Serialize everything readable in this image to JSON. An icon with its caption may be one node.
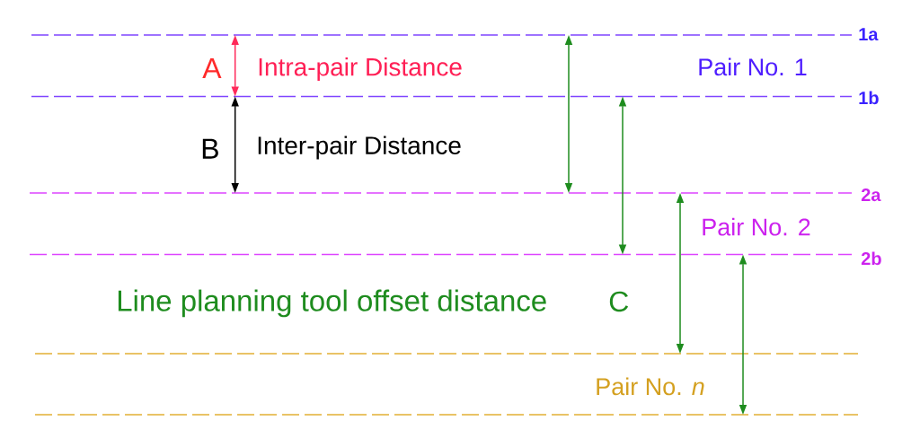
{
  "diagram": {
    "labels": [
      "1a",
      "A",
      "Intra-pair Distance",
      "Pair No. 1",
      "1b",
      "B",
      "Inter-pair Distance",
      "2a",
      "Pair No. 2",
      "2b",
      "Line planning tool offset distance",
      "C",
      "Pair No. *n*"
    ]
  }
}
